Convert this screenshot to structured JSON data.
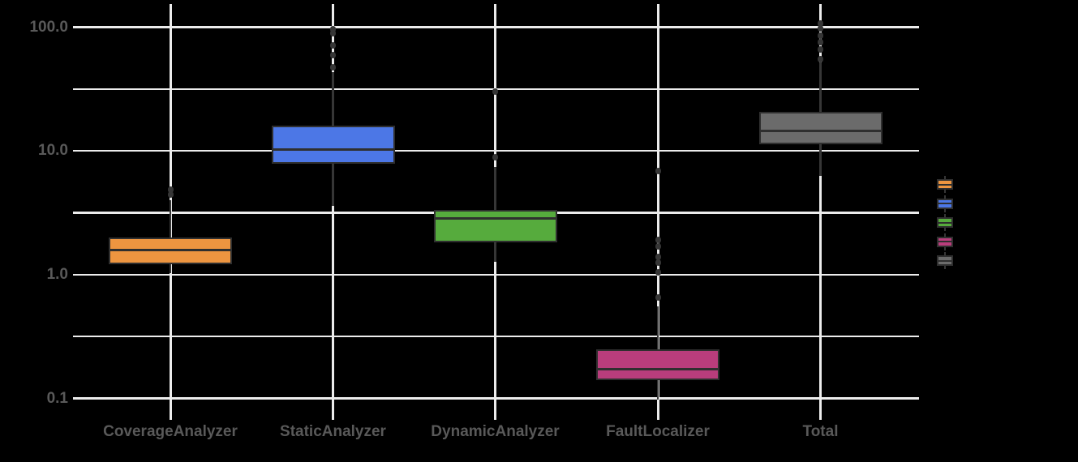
{
  "chart_data": {
    "type": "boxplot",
    "title": "",
    "xlabel": "",
    "ylabel": "",
    "y_scale": "log",
    "ylim": [
      0.07,
      200
    ],
    "y_ticks": [
      100.0,
      10.0,
      1.0,
      0.1
    ],
    "y_tick_labels": [
      "100.0",
      "10.0",
      "1.0",
      "0.1"
    ],
    "y_minor_gridlines": [
      31.6,
      3.16,
      0.316
    ],
    "grid": "on",
    "legend_position": "right",
    "categories": [
      "CoverageAnalyzer",
      "StaticAnalyzer",
      "DynamicAnalyzer",
      "FaultLocalizer",
      "Total"
    ],
    "series": [
      {
        "name": "CoverageAnalyzer",
        "color": "#ED9540",
        "whisker_low": 1.03,
        "q1": 1.22,
        "median": 1.57,
        "q3": 2.0,
        "whisker_high": 4.0,
        "outliers": [
          4.45,
          4.85
        ]
      },
      {
        "name": "StaticAnalyzer",
        "color": "#4C77E6",
        "whisker_low": 3.6,
        "q1": 7.9,
        "median": 10.3,
        "q3": 16.0,
        "whisker_high": 43,
        "outliers": [
          47.5,
          59.5,
          71.5,
          89,
          96
        ]
      },
      {
        "name": "DynamicAnalyzer",
        "color": "#56AB3D",
        "whisker_low": 1.27,
        "q1": 1.83,
        "median": 2.83,
        "q3": 3.35,
        "whisker_high": 7.4,
        "outliers": [
          8.9,
          30.3
        ]
      },
      {
        "name": "FaultLocalizer",
        "color": "#B93D7C",
        "whisker_low": 0.098,
        "q1": 0.141,
        "median": 0.171,
        "q3": 0.25,
        "whisker_high": 0.55,
        "outliers": [
          0.65,
          1.05,
          1.25,
          1.4,
          1.7,
          1.9,
          6.9
        ]
      },
      {
        "name": "Total",
        "color": "#6B6B6B",
        "whisker_low": 6.3,
        "q1": 11.3,
        "median": 14.4,
        "q3": 20.7,
        "whisker_high": 52,
        "outliers": [
          55,
          66,
          76,
          86,
          98,
          107
        ]
      }
    ],
    "legend_keys": [
      {
        "name": "coverageanalyzer-key",
        "color": "#ED9540"
      },
      {
        "name": "staticanalyzer-key",
        "color": "#4C77E6"
      },
      {
        "name": "dynamicanalyzer-key",
        "color": "#56AB3D"
      },
      {
        "name": "faultlocalizer-key",
        "color": "#B93D7C"
      },
      {
        "name": "total-key",
        "color": "#6B6B6B"
      }
    ]
  },
  "colors": {
    "background": "#000000",
    "gridline": "#ECECEC",
    "tick_text": "#595959",
    "box_stroke": "#2F2F2F",
    "whisker": "#363636",
    "outlier": "#363636"
  }
}
